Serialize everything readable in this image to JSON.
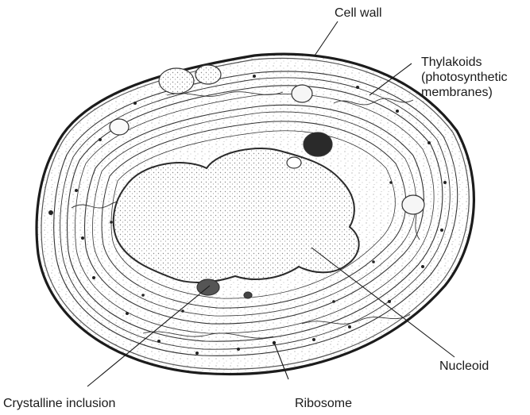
{
  "labels": {
    "cell_wall": "Cell wall",
    "thylakoids": {
      "line1": "Thylakoids",
      "line2": "(photosynthetic",
      "line3": "membranes)"
    },
    "nucleoid": "Nucleoid",
    "crystalline_inclusion": "Crystalline inclusion",
    "ribosome": "Ribosome"
  }
}
